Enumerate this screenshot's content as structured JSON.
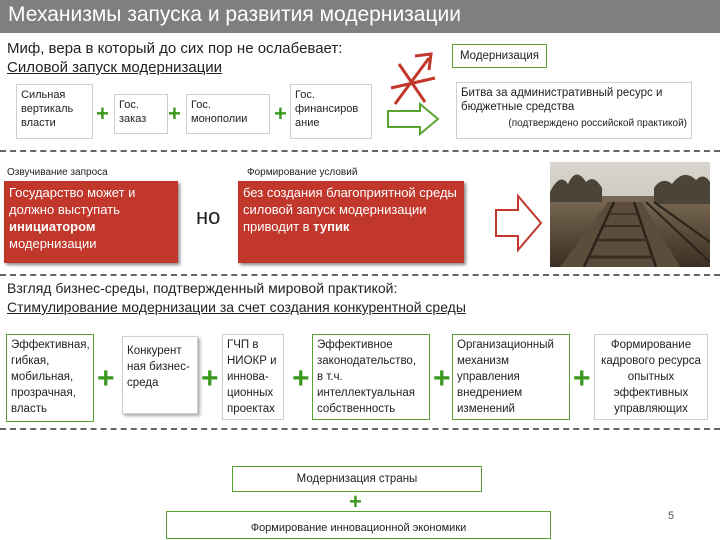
{
  "title": "Механизмы запуска и развития модернизации",
  "myth": {
    "line1": "Миф, вера в который до сих пор не ослабевает:",
    "line2": "Силовой запуск модернизации"
  },
  "top_boxes": {
    "vertical": "Сильная вертикаль власти",
    "order": "Гос. заказ",
    "monopoly": "Гос. монополии",
    "finance": "Гос. финансиров ание",
    "plus": "+"
  },
  "modernization_label": "Модернизация",
  "battle": {
    "text": "Битва за административный ресурс и бюджетные средства",
    "note": "(подтверждено российской практикой)"
  },
  "request_label": "Озвучивание запроса",
  "conditions_label": "Формирование условий",
  "red_left": {
    "text1": "Государство может и должно выступать ",
    "bold": "инициатором",
    "text2": " модернизации"
  },
  "but": "но",
  "red_right": {
    "text1": "без создания благоприятной среды силовой запуск модернизации приводит в ",
    "bold": "тупик"
  },
  "section2": {
    "line1": "Взгляд бизнес-среды, подтвержденный мировой практикой:",
    "line2": "Стимулирование модернизации за счет создания конкурентной среды"
  },
  "bottom_boxes": [
    "Эффективная, гибкая, мобильная, прозрачная, власть",
    "Конкурент ная бизнес- среда",
    "ГЧП в НИОКР и иннова- ционных проектах",
    "Эффективное законодательство, в т.ч. интеллектуальная собственность",
    "Организационный механизм управления внедрением изменений",
    "Формирование кадрового ресурса опытных эффективных управляющих"
  ],
  "country": "Модернизация страны",
  "innovation": "Формирование инновационной экономики",
  "page_number": "5",
  "colors": {
    "green": "#5aa332",
    "red": "#c1372b",
    "title_bg": "#7f7f7f"
  }
}
